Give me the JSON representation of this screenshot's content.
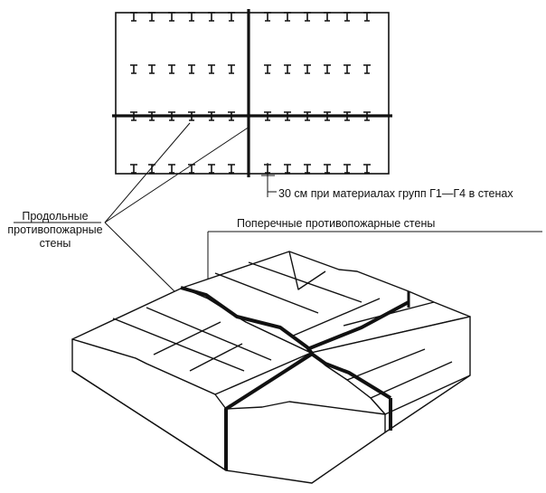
{
  "labels": {
    "longitudinal_line1": "Продольные",
    "longitudinal_line2": "противопожарные",
    "longitudinal_line3": "стены",
    "transverse": "Поперечные противопожарные стены",
    "dimension": "30 см при материалах групп Г1—Г4 в стенах"
  },
  "colors": {
    "ink": "#111111",
    "wall": "#1a1a1a",
    "background": "#ffffff"
  }
}
